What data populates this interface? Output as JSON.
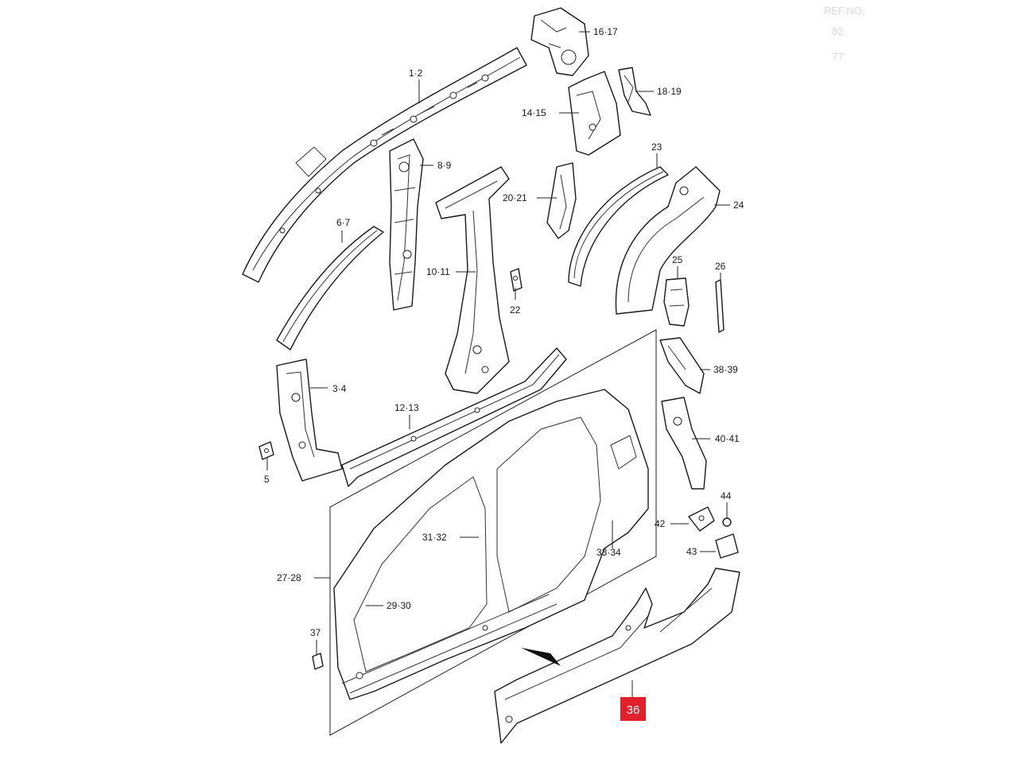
{
  "header": {
    "ref_no": "REF.NO.",
    "faint_line_1": "82",
    "faint_line_2": "77"
  },
  "callouts": [
    {
      "id": "c-1-2",
      "text": "1·2"
    },
    {
      "id": "c-3-4",
      "text": "3·4"
    },
    {
      "id": "c-5",
      "text": "5"
    },
    {
      "id": "c-6-7",
      "text": "6·7"
    },
    {
      "id": "c-8-9",
      "text": "8·9"
    },
    {
      "id": "c-10-11",
      "text": "10·11"
    },
    {
      "id": "c-12-13",
      "text": "12·13"
    },
    {
      "id": "c-14-15",
      "text": "14·15"
    },
    {
      "id": "c-16-17",
      "text": "16·17"
    },
    {
      "id": "c-18-19",
      "text": "18·19"
    },
    {
      "id": "c-20-21",
      "text": "20·21"
    },
    {
      "id": "c-22",
      "text": "22"
    },
    {
      "id": "c-23",
      "text": "23"
    },
    {
      "id": "c-24",
      "text": "24"
    },
    {
      "id": "c-25",
      "text": "25"
    },
    {
      "id": "c-26",
      "text": "26"
    },
    {
      "id": "c-27-28",
      "text": "27·28"
    },
    {
      "id": "c-29-30",
      "text": "29·30"
    },
    {
      "id": "c-31-32",
      "text": "31·32"
    },
    {
      "id": "c-33-34",
      "text": "33·34"
    },
    {
      "id": "c-37",
      "text": "37"
    },
    {
      "id": "c-38-39",
      "text": "38·39"
    },
    {
      "id": "c-40-41",
      "text": "40·41"
    },
    {
      "id": "c-42",
      "text": "42"
    },
    {
      "id": "c-43",
      "text": "43"
    },
    {
      "id": "c-44",
      "text": "44"
    }
  ],
  "highlight": {
    "text": "36",
    "color": "#e0202a"
  },
  "colors": {
    "ink": "#1a1a1a",
    "paper": "#ffffff",
    "highlight": "#e0202a"
  }
}
